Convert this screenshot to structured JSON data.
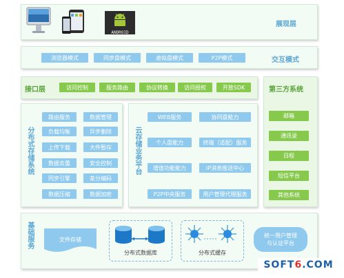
{
  "presentation": {
    "label": "展现层"
  },
  "interaction": {
    "label": "交互模式",
    "modes": [
      "浏览器模式",
      "同步盘模式",
      "虚拟盘模式",
      "P2P模式"
    ]
  },
  "interface": {
    "label": "接口层",
    "items": [
      "访问控制",
      "服务路由",
      "协议转换",
      "访问授权",
      "开放SDK"
    ]
  },
  "third_party": {
    "label": "第三方系统",
    "items": [
      "邮箱",
      "通讯录",
      "日程",
      "短信平台",
      "其他系统"
    ]
  },
  "distributed": {
    "label": "分布式存储系统",
    "items": [
      "路由服务",
      "数据管理",
      "负载均衡",
      "异步删除",
      "上传下载",
      "大件暂存",
      "数据去重",
      "安全控制",
      "同步引擎",
      "差分编码",
      "数据压缩",
      "数据加密"
    ]
  },
  "cloud": {
    "label": "云存储业务平台",
    "items": [
      "WEB服务",
      "协同盘能力",
      "个人盘能力",
      "终端（适配）服务",
      "增值功能能力",
      "IP消息推送中心",
      "P2P中央服务",
      "用户管理代理服务"
    ]
  },
  "base": {
    "label": "基础服务",
    "file_storage": "文件存储",
    "db": "分布式数据库",
    "cache": "分布式缓存",
    "auth": "统一用户管理与认证平台"
  },
  "devices": {
    "android_label": "ANDROID"
  },
  "watermark": "SOFT6.COM",
  "colors": {
    "blue": "#8fcaee",
    "green": "#86c94d",
    "label_blue": "#5ba7d6",
    "panel": "#f2fbf4"
  }
}
